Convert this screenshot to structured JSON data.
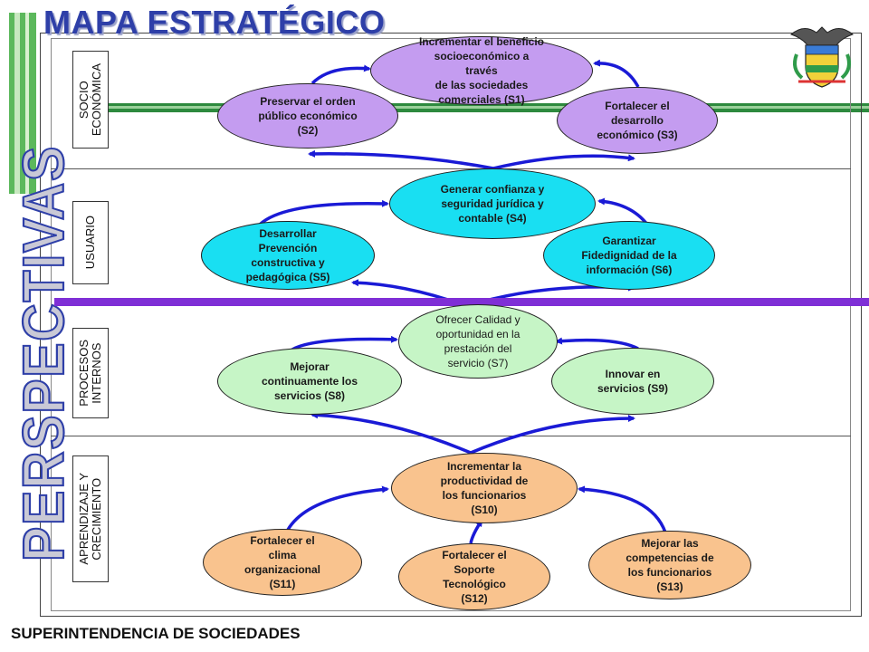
{
  "title": "MAPA ESTRATÉGICO",
  "vertical_word": "PERSPECTIVAS",
  "footer": "SUPERINTENDENCIA DE SOCIEDADES",
  "perspectives": {
    "socio": "SOCIO\nECONÓMICA",
    "usuario": "USUARIO",
    "procesos": "PROCESOS\nINTERNOS",
    "aprendizaje": "APRENDIZAJE Y\nCRECIMIENTO"
  },
  "nodes": {
    "s1": "Incrementar el beneficio\nsocioeconómico a\ntravés\nde las sociedades\ncomerciales  (S1)",
    "s2": "Preservar el orden\npúblico económico\n(S2)",
    "s3": "Fortalecer  el\ndesarrollo\neconómico (S3)",
    "s4": "Generar confianza y\nseguridad jurídica y\ncontable (S4)",
    "s5": "Desarrollar\nPrevención\nconstructiva y\npedagógica (S5)",
    "s6": "Garantizar\nFidedignidad de la\ninformación (S6)",
    "s7": "Ofrecer Calidad y\noportunidad en la\nprestación del\nservicio (S7)",
    "s8": "Mejorar\ncontinuamente  los\nservicios (S8)",
    "s9": "Innovar en\nservicios (S9)",
    "s10": "Incrementar la\nproductividad de\nlos funcionarios\n(S10)",
    "s11": "Fortalecer el\nclima\norganizacional\n(S11)",
    "s12": "Fortalecer el\nSoporte\nTecnológico\n(S12)",
    "s13": "Mejorar las\ncompetencias de\nlos funcionarios\n(S13)"
  },
  "colors": {
    "title": "#2e3fa8",
    "arrow": "#1a1ad6",
    "band_divider": "#7f2fd6",
    "socio_nodes": "#c49cf0",
    "usuario_nodes": "#19dff2",
    "procesos_nodes": "#c6f5c6",
    "aprendizaje_nodes": "#f9c38e"
  },
  "icons": {
    "logo": "colombia-coat-of-arms-icon"
  }
}
